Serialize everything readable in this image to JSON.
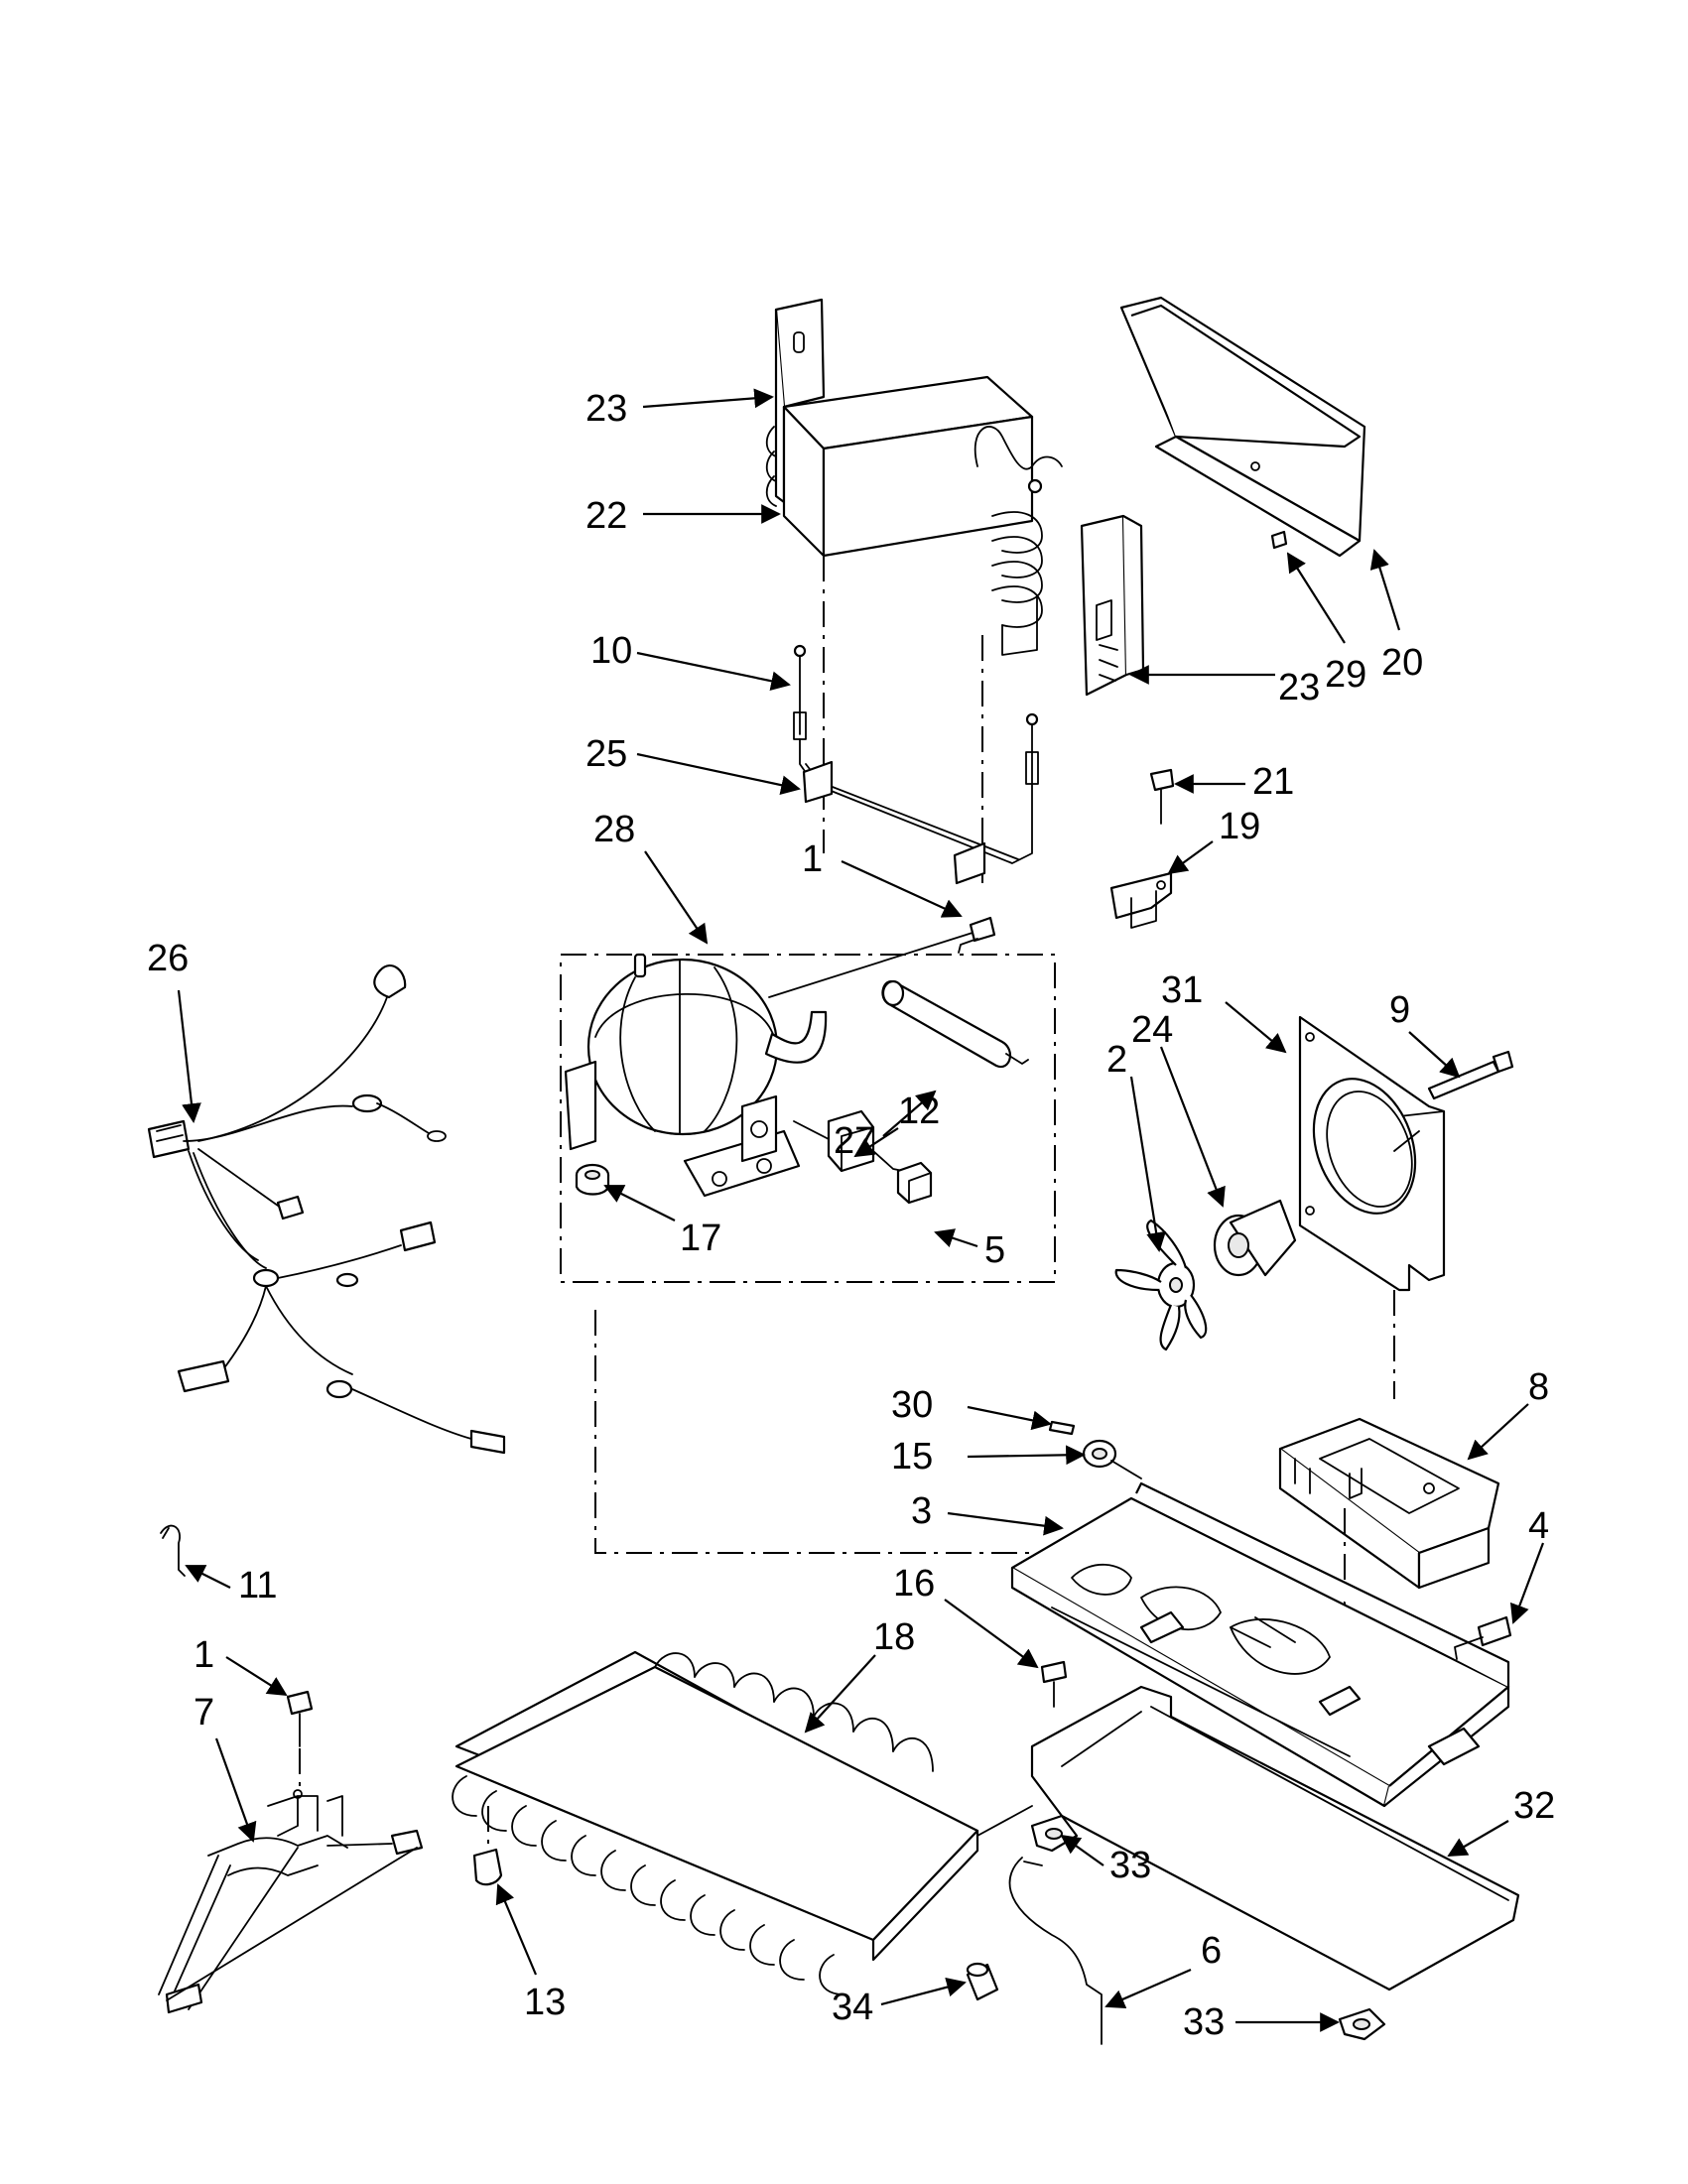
{
  "callouts": {
    "c23a": "23",
    "c22": "22",
    "c10": "10",
    "c25": "25",
    "c28": "28",
    "c1a": "1",
    "c26": "26",
    "c27": "27",
    "c12": "12",
    "c17": "17",
    "c5": "5",
    "c23b": "23",
    "c29": "29",
    "c20": "20",
    "c21": "21",
    "c19": "19",
    "c31": "31",
    "c9": "9",
    "c24": "24",
    "c2": "2",
    "c30": "30",
    "c15": "15",
    "c8": "8",
    "c3": "3",
    "c4": "4",
    "c11": "11",
    "c16": "16",
    "c18": "18",
    "c1b": "1",
    "c7": "7",
    "c33a": "33",
    "c32": "32",
    "c13": "13",
    "c34": "34",
    "c6": "6",
    "c33b": "33"
  }
}
